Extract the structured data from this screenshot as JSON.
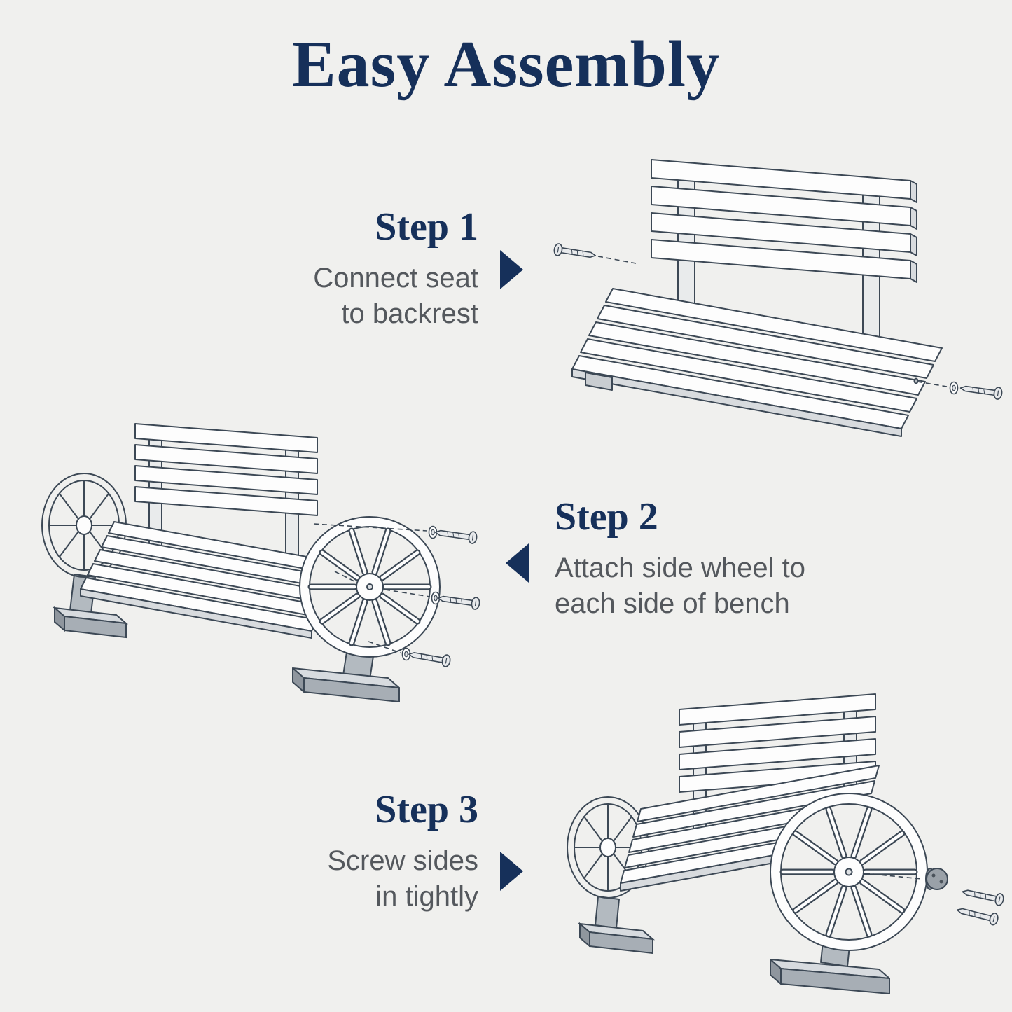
{
  "page": {
    "title": "Easy Assembly"
  },
  "colors": {
    "background": "#f0f0ee",
    "navy_accent": "#16305a",
    "body_text_gray": "#54585d",
    "line_art_stroke": "#3c4855"
  },
  "steps": [
    {
      "id": 1,
      "heading": "Step 1",
      "line1": "Connect seat",
      "line2": "to backrest",
      "arrow_direction": "right",
      "illustration": "seat-being-connected-to-backrest-with-screws"
    },
    {
      "id": 2,
      "heading": "Step 2",
      "line1": "Attach side wheel to",
      "line2": "each side of bench",
      "arrow_direction": "left",
      "illustration": "wagon-wheel-attached-to-side-of-bench-with-screws"
    },
    {
      "id": 3,
      "heading": "Step 3",
      "line1": "Screw sides",
      "line2": "in tightly",
      "arrow_direction": "right",
      "illustration": "completed-bench-with-wheel-cap-and-screws"
    }
  ]
}
